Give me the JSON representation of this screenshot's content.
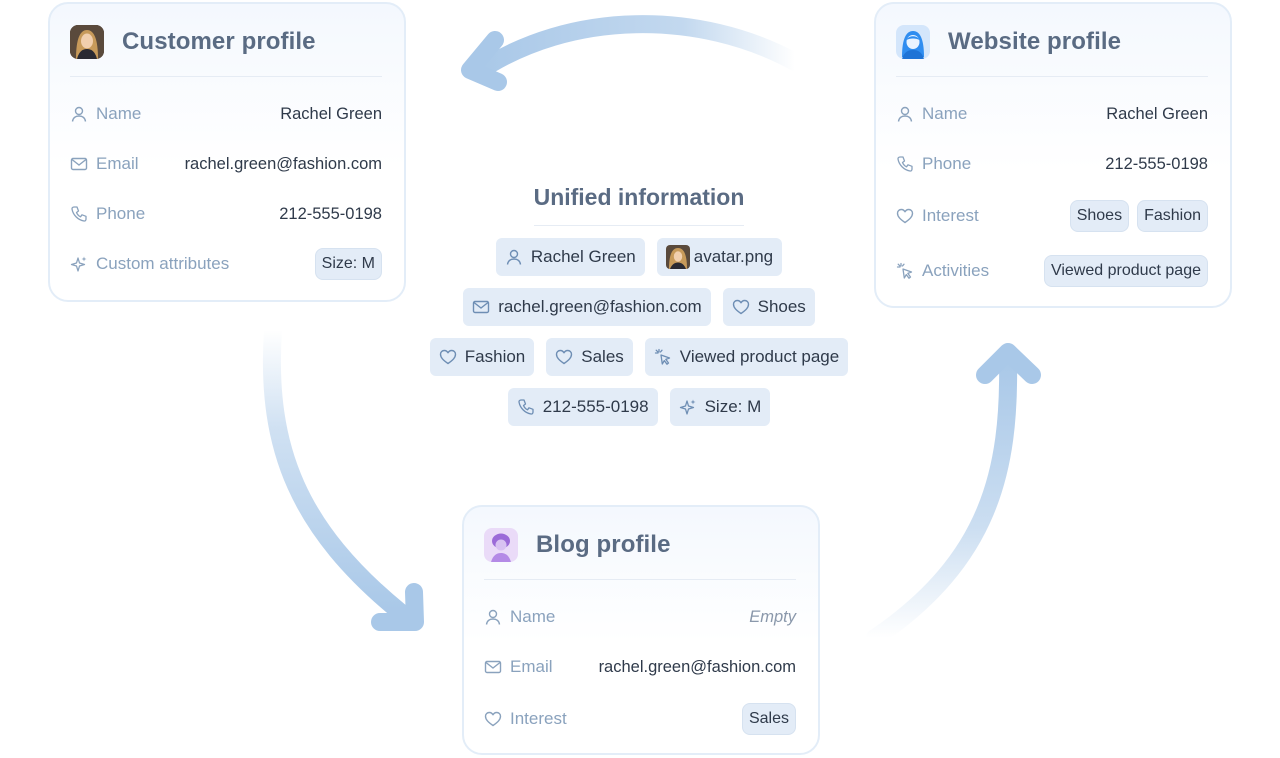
{
  "customer_profile": {
    "title": "Customer profile",
    "icon": "woman-portrait-icon",
    "rows": [
      {
        "label": "Name",
        "icon": "person-icon",
        "value": "Rachel Green"
      },
      {
        "label": "Email",
        "icon": "envelope-icon",
        "value": "rachel.green@fashion.com"
      },
      {
        "label": "Phone",
        "icon": "phone-icon",
        "value": "212-555-0198"
      },
      {
        "label": "Custom attributes",
        "icon": "sparkle-icon",
        "chips": [
          "Size: M"
        ]
      }
    ]
  },
  "website_profile": {
    "title": "Website profile",
    "icon": "woman-avatar-icon",
    "rows": [
      {
        "label": "Name",
        "icon": "person-icon",
        "value": "Rachel Green"
      },
      {
        "label": "Phone",
        "icon": "phone-icon",
        "value": "212-555-0198"
      },
      {
        "label": "Interest",
        "icon": "heart-icon",
        "chips": [
          "Shoes",
          "Fashion"
        ]
      },
      {
        "label": "Activities",
        "icon": "cursor-click-icon",
        "chips": [
          "Viewed product page"
        ]
      }
    ]
  },
  "blog_profile": {
    "title": "Blog profile",
    "icon": "person-avatar-icon",
    "rows": [
      {
        "label": "Name",
        "icon": "person-icon",
        "value": "Empty"
      },
      {
        "label": "Email",
        "icon": "envelope-icon",
        "value": "rachel.green@fashion.com"
      },
      {
        "label": "Interest",
        "icon": "heart-icon",
        "chips": [
          "Sales"
        ]
      }
    ]
  },
  "unified": {
    "title": "Unified information",
    "chip_rows": [
      [
        {
          "icon": "person-icon",
          "text": "Rachel Green"
        },
        {
          "icon": "avatar-thumbnail-icon",
          "text": "avatar.png"
        }
      ],
      [
        {
          "icon": "envelope-icon",
          "text": "rachel.green@fashion.com"
        },
        {
          "icon": "heart-icon",
          "text": "Shoes"
        }
      ],
      [
        {
          "icon": "heart-icon",
          "text": "Fashion"
        },
        {
          "icon": "heart-icon",
          "text": "Sales"
        },
        {
          "icon": "cursor-click-icon",
          "text": "Viewed product page"
        }
      ],
      [
        {
          "icon": "phone-icon",
          "text": "212-555-0198"
        },
        {
          "icon": "sparkle-icon",
          "text": "Size: M"
        }
      ]
    ]
  },
  "colors": {
    "arrow": "#a9c8e8",
    "chip_bg": "#e3ecf7",
    "label": "#8aa2bd",
    "title": "#5a6b83",
    "card_border": "#e3edf8"
  }
}
